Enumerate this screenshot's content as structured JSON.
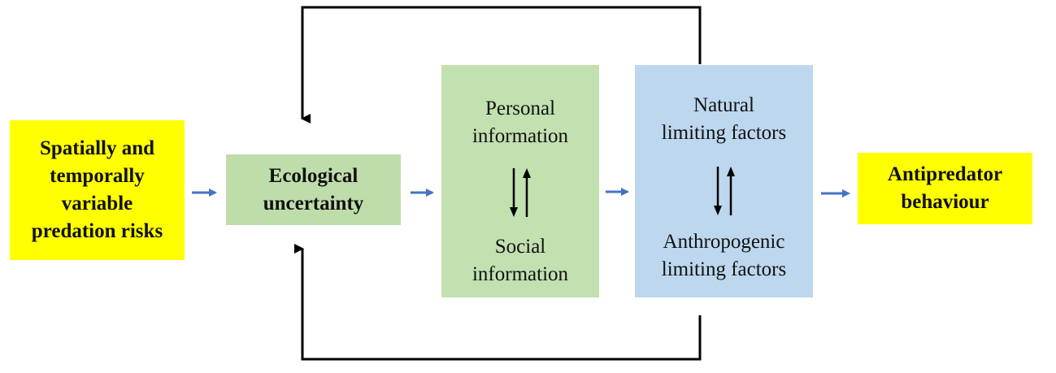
{
  "risk_box": {
    "lines": [
      "Spatially and",
      "temporally",
      "variable",
      "predation risks"
    ]
  },
  "uncertainty_box": {
    "lines": [
      "Ecological",
      "uncertainty"
    ]
  },
  "information_box": {
    "top": [
      "Personal",
      "information"
    ],
    "bottom": [
      "Social",
      "information"
    ]
  },
  "limiting_box": {
    "top": [
      "Natural",
      "limiting factors"
    ],
    "bottom": [
      "Anthropogenic",
      "limiting factors"
    ]
  },
  "behaviour_box": {
    "lines": [
      "Antipredator",
      "behaviour"
    ]
  },
  "colors": {
    "yellow": "#ffff00",
    "green": "#c2e0b0",
    "blue": "#bdd7ee",
    "flow_arrow": "#4472c4",
    "feedback_line": "#000000"
  }
}
